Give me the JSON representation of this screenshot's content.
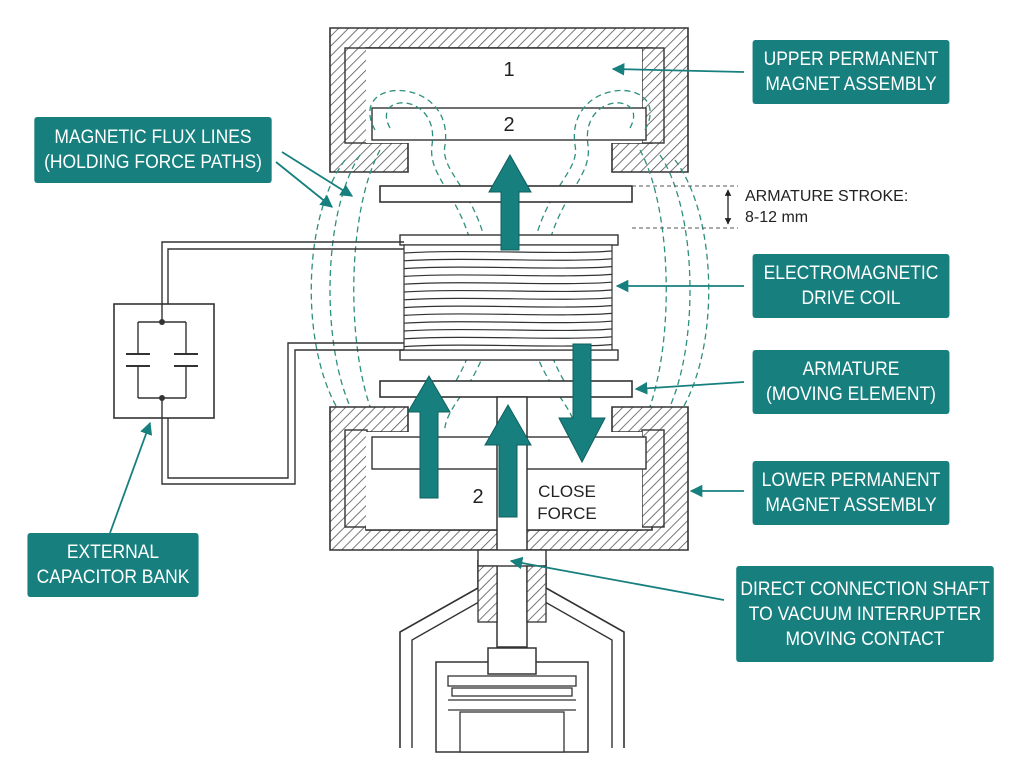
{
  "colors": {
    "accent": "#17807f",
    "flux": "#2f8f7e",
    "line": "#333333",
    "hatch": "#555555"
  },
  "diagram": {
    "upper_zone_label": "1",
    "upper_gap_label": "2",
    "lower_gap_label": "2",
    "close_force_lines": [
      "CLOSE",
      "FORCE"
    ],
    "stroke_lines": [
      "ARMATURE STROKE:",
      "8-12 mm"
    ]
  },
  "callouts": {
    "upper_magnet": [
      "UPPER PERMANENT",
      "MAGNET ASSEMBLY"
    ],
    "flux_lines": [
      "MAGNETIC FLUX LINES",
      "(HOLDING FORCE PATHS)"
    ],
    "drive_coil": [
      "ELECTROMAGNETIC",
      "DRIVE COIL"
    ],
    "armature": [
      "ARMATURE",
      "(MOVING ELEMENT)"
    ],
    "lower_magnet": [
      "LOWER PERMANENT",
      "MAGNET ASSEMBLY"
    ],
    "capacitor_bank": [
      "EXTERNAL",
      "CAPACITOR BANK"
    ],
    "shaft": [
      "DIRECT CONNECTION SHAFT",
      "TO VACUUM INTERRUPTER",
      "MOVING CONTACT"
    ]
  }
}
